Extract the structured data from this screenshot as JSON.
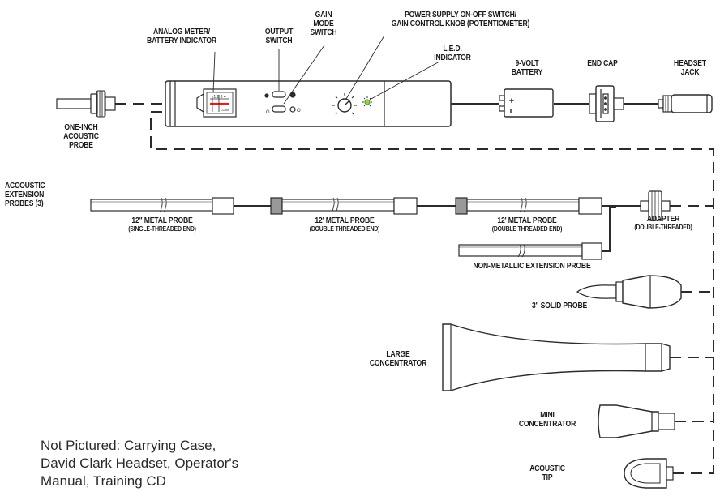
{
  "labels": {
    "analog_meter": [
      "ANALOG METER/",
      "BATTERY INDICATOR"
    ],
    "output_switch": [
      "OUTPUT",
      "SWITCH"
    ],
    "gain_mode_switch": [
      "GAIN",
      "MODE",
      "SWITCH"
    ],
    "power_supply": [
      "POWER SUPPLY ON-OFF SWITCH/",
      "GAIN CONTROL KNOB (POTENTIOMETER)"
    ],
    "led_indicator": [
      "L.E.D.",
      "INDICATOR"
    ],
    "battery": [
      "9-VOLT",
      "BATTERY"
    ],
    "end_cap": "END CAP",
    "headset_jack": [
      "HEADSET",
      "JACK"
    ],
    "one_inch_probe": [
      "ONE-INCH",
      "ACOUSTIC",
      "PROBE"
    ],
    "extension_probes": [
      "ACCOUSTIC",
      "EXTENSION",
      "PROBES (3)"
    ],
    "metal_probe_1": "12\" METAL PROBE",
    "metal_probe_1_sub": "(SINGLE-THREADED END)",
    "metal_probe_2": "12' METAL PROBE",
    "metal_probe_2_sub": "(DOUBLE THREADED END)",
    "metal_probe_3": "12' METAL PROBE",
    "metal_probe_3_sub": "(DOUBLE THREADED END)",
    "adapter": "ADAPTER",
    "adapter_sub": "(DOUBLE-THREADED)",
    "non_metallic_probe": "NON-METALLIC EXTENSION PROBE",
    "solid_probe": "3\" SOLID PROBE",
    "large_concentrator": [
      "LARGE",
      "CONCENTRATOR"
    ],
    "mini_concentrator": [
      "MINI",
      "CONCENTRATOR"
    ],
    "acoustic_tip": [
      "ACOUSTIC",
      "TIP"
    ]
  },
  "device_marks": {
    "meter_scale": "1 2 3 4",
    "meter_low": "LOW",
    "output_sym": "O",
    "gain_sym": "G",
    "battery_plus": "+"
  },
  "note": "Not Pictured: Carrying Case, David Clark Headset, Operator's Manual, Training CD"
}
